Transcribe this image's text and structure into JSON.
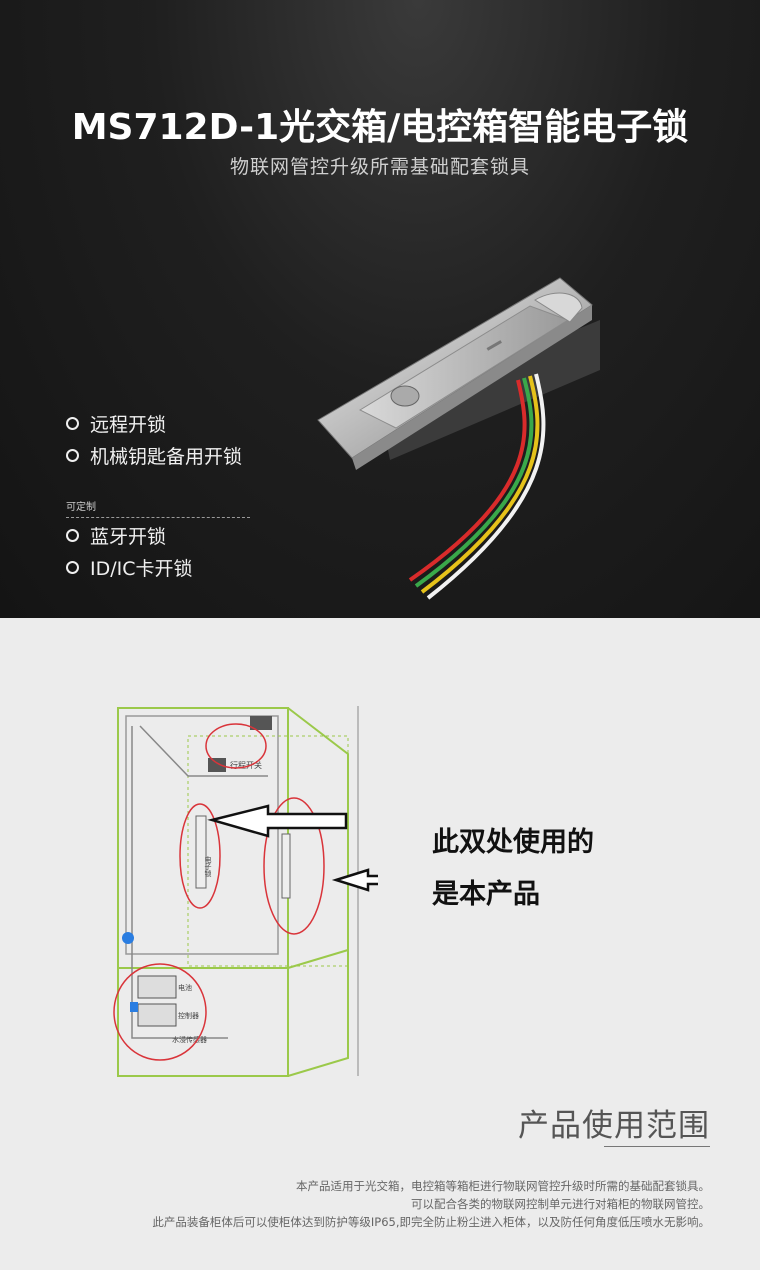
{
  "hero": {
    "title": "MS712D-1光交箱/电控箱智能电子锁",
    "subtitle": "物联网管控升级所需基础配套锁具",
    "features": [
      "远程开锁",
      "机械钥匙备用开锁"
    ],
    "custom_label": "可定制",
    "custom_features": [
      "蓝牙开锁",
      "ID/IC卡开锁"
    ]
  },
  "diagram": {
    "labels": {
      "travel_switch": "行程开关",
      "electronic_lock": "电子锁",
      "power": "电池",
      "controller": "控制器",
      "water_sensor": "水浸传感器"
    },
    "note_line1": "此双处使用的",
    "note_line2": "是本产品"
  },
  "range": {
    "title": "产品使用范围",
    "lines": [
      "本产品适用于光交箱，电控箱等箱柜进行物联网管控升级时所需的基础配套锁具。",
      "可以配合各类的物联网控制单元进行对箱柜的物联网管控。",
      "此产品装备柜体后可以使柜体达到防护等级IP65,即完全防止粉尘进入柜体，以及防任何角度低压喷水无影响。"
    ]
  },
  "colors": {
    "hero_bg": "#1a1a1a",
    "diagram_green": "#9bc94a",
    "circle_red": "#d9343a",
    "wire_red": "#d92b2b",
    "wire_green": "#3aa84a",
    "wire_yellow": "#e6c21a",
    "wire_white": "#f2f2f2"
  }
}
